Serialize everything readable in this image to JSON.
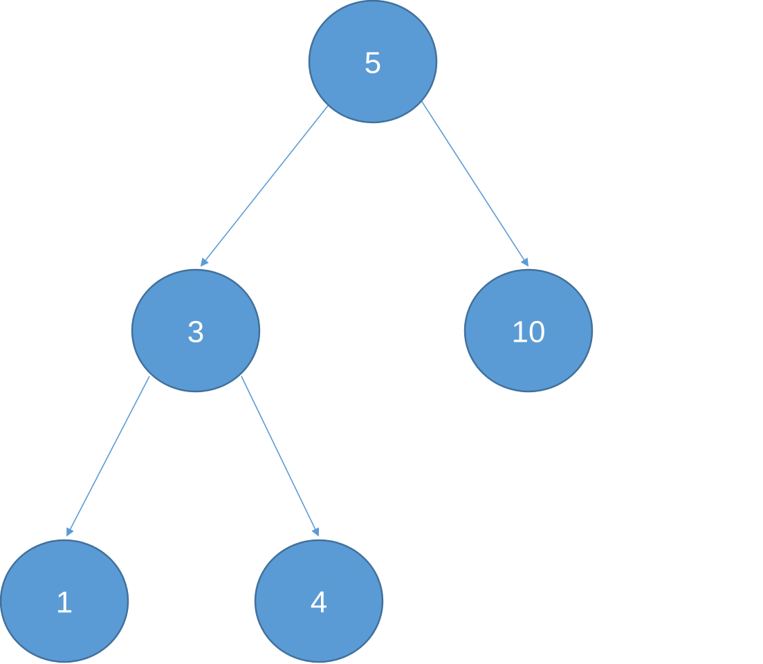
{
  "colors": {
    "node_fill": "#5b9bd5",
    "node_stroke": "#41719c",
    "edge": "#5b9bd5",
    "label": "#ffffff",
    "background": "#ffffff"
  },
  "tree": {
    "nodes": [
      {
        "id": "n5",
        "label": "5"
      },
      {
        "id": "n3",
        "label": "3"
      },
      {
        "id": "n10",
        "label": "10"
      },
      {
        "id": "n1",
        "label": "1"
      },
      {
        "id": "n4",
        "label": "4"
      }
    ],
    "edges": [
      {
        "from": "n5",
        "to": "n3"
      },
      {
        "from": "n5",
        "to": "n10"
      },
      {
        "from": "n3",
        "to": "n1"
      },
      {
        "from": "n3",
        "to": "n4"
      }
    ]
  }
}
